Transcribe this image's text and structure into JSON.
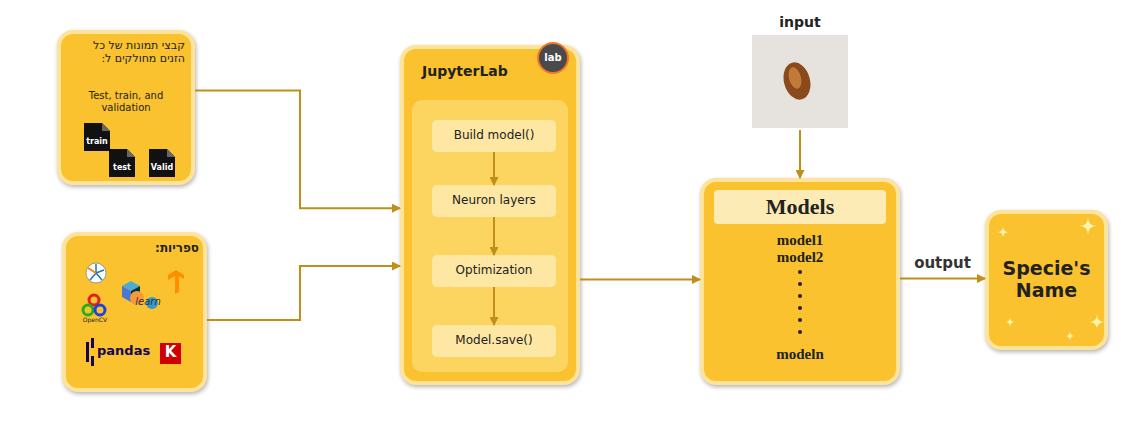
{
  "diagram": {
    "nodes": [
      {
        "text": [
          "קבצי תמונות של כל הזנים מחולקים ל:",
          "Test, train, and validation"
        ]
      },
      {
        "text": [
          "train"
        ],
        "in": 0
      },
      {
        "text": [
          "test"
        ],
        "in": 0
      },
      {
        "text": [
          "Valid"
        ],
        "in": 0
      },
      {
        "text": [
          "ספריות:"
        ]
      },
      {
        "text": [
          "JupyterLab"
        ]
      },
      {
        "text": [
          "Build model()"
        ],
        "in": 5
      },
      {
        "text": [
          "Neuron layers"
        ],
        "in": 5
      },
      {
        "text": [
          "Optimization"
        ],
        "in": 5
      },
      {
        "text": [
          "Model.save()"
        ],
        "in": 5
      },
      {
        "text": [
          "input"
        ]
      },
      {
        "text": [
          "model1",
          "model2",
          "modeln"
        ]
      },
      {
        "text": [
          "Models"
        ],
        "in": 11
      },
      {
        "text": [
          "Specie's Name"
        ]
      }
    ],
    "edges": [
      {
        "from": 0,
        "to": 5,
        "arrow": "to"
      },
      {
        "from": 4,
        "to": 5,
        "arrow": "to"
      },
      {
        "from": 6,
        "to": 7,
        "arrow": "to"
      },
      {
        "from": 7,
        "to": 8,
        "arrow": "to"
      },
      {
        "from": 8,
        "to": 9,
        "arrow": "to"
      },
      {
        "from": 5,
        "to": 11,
        "arrow": "to"
      },
      {
        "from": 10,
        "to": 11,
        "arrow": "to"
      },
      {
        "from": 11,
        "to": 13,
        "label": "output",
        "arrow": "to"
      }
    ],
    "labels": [
      "lab",
      "OpenCV",
      "learn",
      "pandas",
      "K"
    ]
  }
}
